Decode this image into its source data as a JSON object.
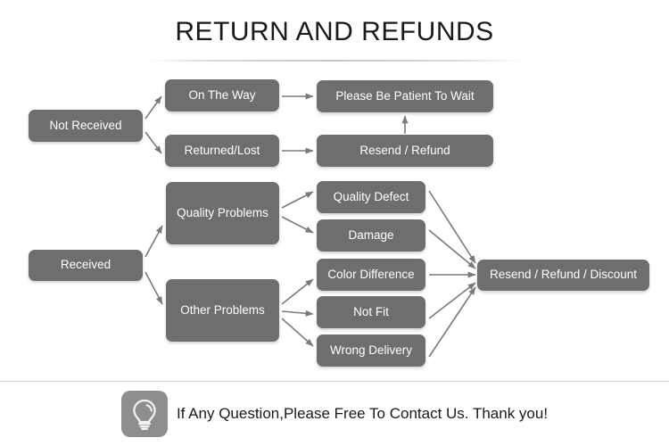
{
  "page": {
    "title": "RETURN AND REFUNDS",
    "background_color": "#ffffff",
    "node_fill_color": "#6e6e6e",
    "node_text_color": "#ffffff",
    "arrow_color": "#7a7a7a",
    "divider_color": "#d6d6d6"
  },
  "flow": {
    "nodes": {
      "not_received": "Not Received",
      "on_the_way": "On The Way",
      "returned_lost": "Returned/Lost",
      "please_be_patient": "Please Be Patient To Wait",
      "resend_refund": "Resend / Refund",
      "received": "Received",
      "quality_problems": "Quality Problems",
      "other_problems": "Other Problems",
      "quality_defect": "Quality Defect",
      "damage": "Damage",
      "color_difference": "Color Difference",
      "not_fit": "Not Fit",
      "wrong_delivery": "Wrong Delivery",
      "resend_refund_discount": "Resend / Refund / Discount"
    }
  },
  "footer": {
    "icon": "lightbulb-icon",
    "text": "If Any Question,Please Free To Contact Us. Thank you!"
  }
}
